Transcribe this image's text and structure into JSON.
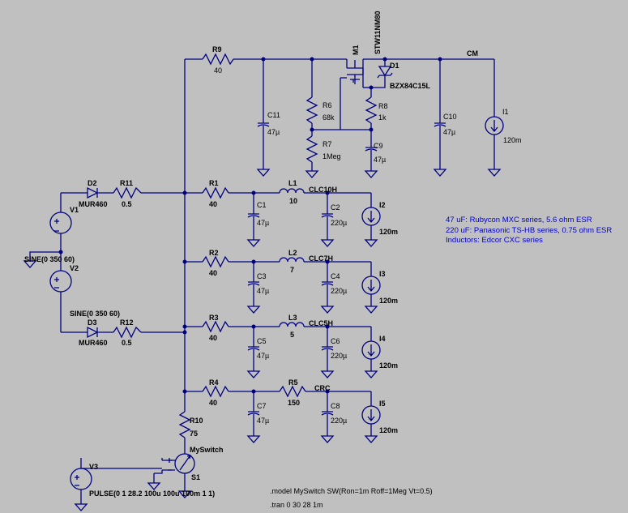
{
  "labels": {
    "r9": "R9",
    "r9v": "40",
    "r11": "R11",
    "r11v": "0.5",
    "r12": "R12",
    "r12v": "0.5",
    "r1": "R1",
    "r1v": "40",
    "r2": "R2",
    "r2v": "40",
    "r3": "R3",
    "r3v": "40",
    "r4": "R4",
    "r4v": "40",
    "r5": "R5",
    "r5v": "150",
    "r6": "R6",
    "r6v": "68k",
    "r7": "R7",
    "r7v": "1Meg",
    "r8": "R8",
    "r8v": "1k",
    "r10": "R10",
    "r10v": "75",
    "c1": "C1",
    "c1v": "47µ",
    "c2": "C2",
    "c2v": "220µ",
    "c3": "C3",
    "c3v": "47µ",
    "c4": "C4",
    "c4v": "220µ",
    "c5": "C5",
    "c5v": "47µ",
    "c6": "C6",
    "c6v": "220µ",
    "c7": "C7",
    "c7v": "47µ",
    "c8": "C8",
    "c8v": "220µ",
    "c9": "C9",
    "c9v": "47µ",
    "c10": "C10",
    "c10v": "47µ",
    "c11": "C11",
    "c11v": "47µ",
    "l1": "L1",
    "l1v": "10",
    "l2": "L2",
    "l2v": "7",
    "l3": "L3",
    "l3v": "5",
    "i1": "I1",
    "i1v": "120m",
    "i2": "I2",
    "i2v": "120m",
    "i3": "I3",
    "i3v": "120m",
    "i4": "I4",
    "i4v": "120m",
    "i5": "I5",
    "i5v": "120m",
    "d1": "D1",
    "d1v": "BZX84C15L",
    "d2": "D2",
    "d2v": "MUR460",
    "d3": "D3",
    "d3v": "MUR460",
    "m1": "M1",
    "m1v": "STW11NM80",
    "v1": "V1",
    "v1v": "SINE(0 350 60)",
    "v2": "V2",
    "v2v": "SINE(0 350 60)",
    "v3": "V3",
    "v3v": "PULSE(0 1 28.2 100u 100u 100m 1 1)",
    "s1": "S1",
    "s1v": "MySwitch",
    "net_cm": "CM",
    "net_clc10h": "CLC10H",
    "net_clc7h": "CLC7H",
    "net_clc5h": "CLC5H",
    "net_crc": "CRC"
  },
  "notes": {
    "n1": "47 uF: Rubycon MXC series, 5.6 ohm ESR",
    "n2": "220 uF: Panasonic TS-HB series, 0.75 ohm ESR",
    "n3": "Inductors: Edcor CXC series",
    "model": ".model MySwitch SW(Ron=1m Roff=1Meg Vt=0.5)",
    "tran": ".tran 0 30 28 1m"
  },
  "colors": {
    "wire": "#000080",
    "background": "#c0c0c0",
    "note": "#0000cc"
  }
}
